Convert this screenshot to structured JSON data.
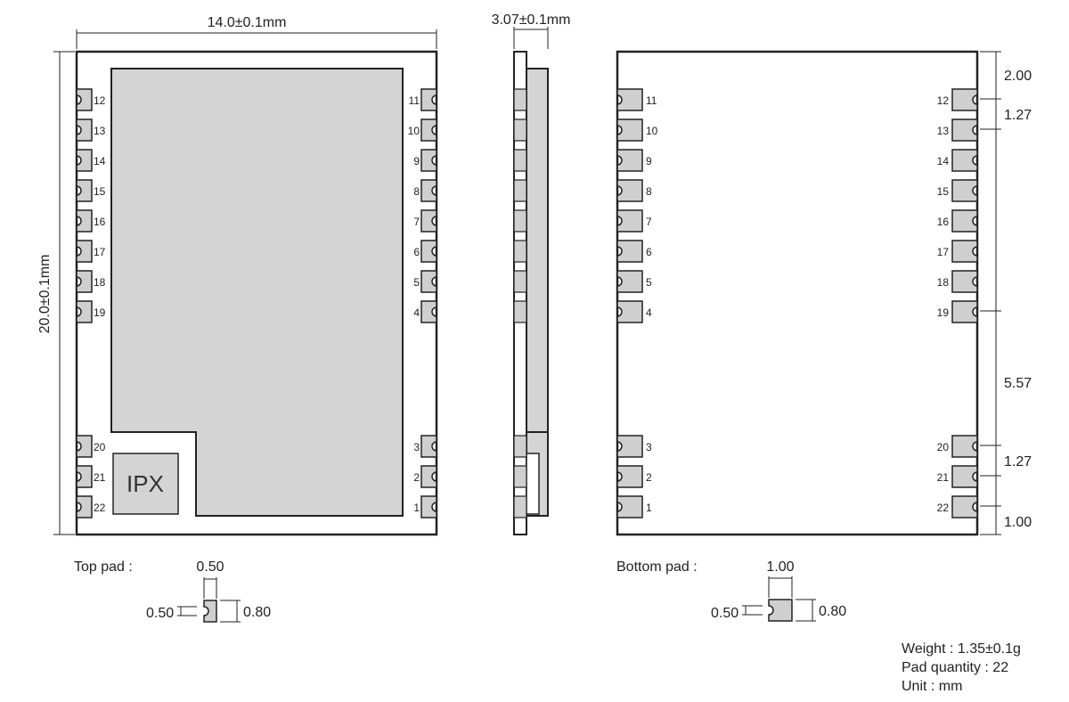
{
  "top_view": {
    "width_label": "14.0±0.1mm",
    "height_label": "20.0±0.1mm",
    "antenna_label": "IPX",
    "left_pins": [
      "12",
      "13",
      "14",
      "15",
      "16",
      "17",
      "18",
      "19",
      "20",
      "21",
      "22"
    ],
    "right_pins": [
      "11",
      "10",
      "9",
      "8",
      "7",
      "6",
      "5",
      "4",
      "3",
      "2",
      "1"
    ]
  },
  "side_view": {
    "thickness_label": "3.07±0.1mm"
  },
  "bottom_view": {
    "left_pins": [
      "11",
      "10",
      "9",
      "8",
      "7",
      "6",
      "5",
      "4",
      "3",
      "2",
      "1"
    ],
    "right_pins": [
      "12",
      "13",
      "14",
      "15",
      "16",
      "17",
      "18",
      "19",
      "20",
      "21",
      "22"
    ],
    "dims": [
      "2.00",
      "1.27",
      "5.57",
      "1.27",
      "1.00"
    ]
  },
  "top_pad": {
    "label": "Top pad :",
    "width": "0.50",
    "gap": "0.50",
    "length": "0.80"
  },
  "bottom_pad": {
    "label": "Bottom pad :",
    "width": "1.00",
    "gap": "0.50",
    "length": "0.80"
  },
  "specs": {
    "weight": "Weight : 1.35±0.1g",
    "pad_quantity": "Pad quantity : 22",
    "unit": "Unit : mm"
  },
  "colors": {
    "pad_fill": "#cfcfcf",
    "line": "#222222",
    "shield_fill": "#d4d4d4"
  }
}
